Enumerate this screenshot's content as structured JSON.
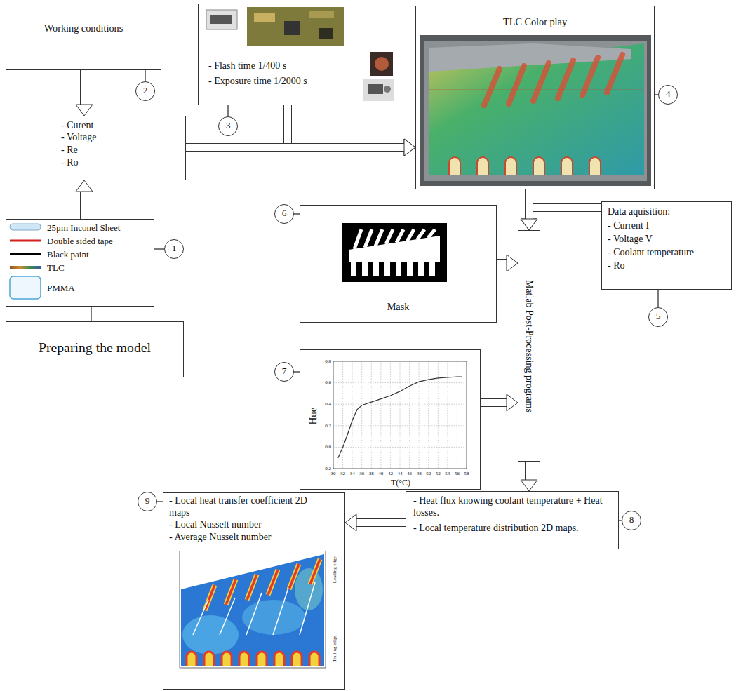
{
  "diagram": {
    "nodes": [
      {
        "text": [
          "Working conditions"
        ]
      },
      {
        "text": [
          "- Flash time 1/400 s",
          "- Exposure time 1/2000 s"
        ]
      },
      {
        "text": [
          "TLC Color play"
        ]
      },
      {
        "text": [
          "- Curent",
          "- Voltage",
          "- Re",
          "- Ro"
        ]
      },
      {
        "text": [
          "Mask"
        ]
      },
      {
        "text": [
          "Data aquisition:",
          "- Current I",
          "- Voltage V",
          "- Coolant temperature",
          "- Ro"
        ]
      },
      {
        "text": [
          "25μm Inconel Sheet",
          "Double sided tape",
          "Black paint",
          "TLC",
          "PMMA"
        ]
      },
      {
        "text": [
          "Matlab Post-Processing programs"
        ]
      },
      {
        "text": [
          "Preparing the model"
        ]
      },
      {
        "text": [
          "Hue",
          "T(°C)"
        ]
      },
      {
        "text": [
          "- Heat flux knowing coolant temperature + Heat losses.",
          "- Local temperature distribution 2D maps."
        ]
      },
      {
        "text": [
          "- Local heat transfer coefficient 2D maps",
          "- Local Nusselt number",
          "- Average Nusselt number"
        ]
      },
      {
        "text": [
          "1"
        ]
      },
      {
        "text": [
          "2"
        ]
      },
      {
        "text": [
          "3"
        ]
      },
      {
        "text": [
          "4"
        ]
      },
      {
        "text": [
          "5"
        ]
      },
      {
        "text": [
          "6"
        ]
      },
      {
        "text": [
          "7"
        ]
      },
      {
        "text": [
          "8"
        ]
      },
      {
        "text": [
          "9"
        ]
      }
    ],
    "edges": [
      {
        "from": 0,
        "to": 3,
        "arrow": "to"
      },
      {
        "from": 6,
        "to": 3,
        "arrow": "to"
      },
      {
        "from": 8,
        "to": 6,
        "arrow": "none"
      },
      {
        "from": 1,
        "to": 2,
        "arrow": "to"
      },
      {
        "from": 3,
        "to": 2,
        "arrow": "to"
      },
      {
        "from": 5,
        "to": 7,
        "arrow": "to"
      },
      {
        "from": 2,
        "to": 7,
        "arrow": "to"
      },
      {
        "from": 4,
        "to": 7,
        "arrow": "to"
      },
      {
        "from": 9,
        "to": 7,
        "arrow": "to"
      },
      {
        "from": 7,
        "to": 10,
        "arrow": "to"
      },
      {
        "from": 10,
        "to": 11,
        "arrow": "to"
      },
      {
        "from": 6,
        "to": 12,
        "arrow": "none"
      },
      {
        "from": 0,
        "to": 13,
        "arrow": "none"
      },
      {
        "from": 1,
        "to": 14,
        "arrow": "none"
      },
      {
        "from": 2,
        "to": 15,
        "arrow": "none"
      },
      {
        "from": 5,
        "to": 16,
        "arrow": "none"
      },
      {
        "from": 4,
        "to": 17,
        "arrow": "none"
      },
      {
        "from": 9,
        "to": 18,
        "arrow": "none"
      },
      {
        "from": 10,
        "to": 19,
        "arrow": "none"
      },
      {
        "from": 11,
        "to": 20,
        "arrow": "none"
      }
    ],
    "labels": [
      "0.8",
      "0.6",
      "0.4",
      "0.2",
      "0.0",
      "-0.2",
      "30",
      "32",
      "34",
      "36",
      "38",
      "40",
      "42",
      "44",
      "46",
      "48",
      "50",
      "52",
      "54",
      "56",
      "58",
      "Leading edge",
      "Trailing edge"
    ]
  }
}
